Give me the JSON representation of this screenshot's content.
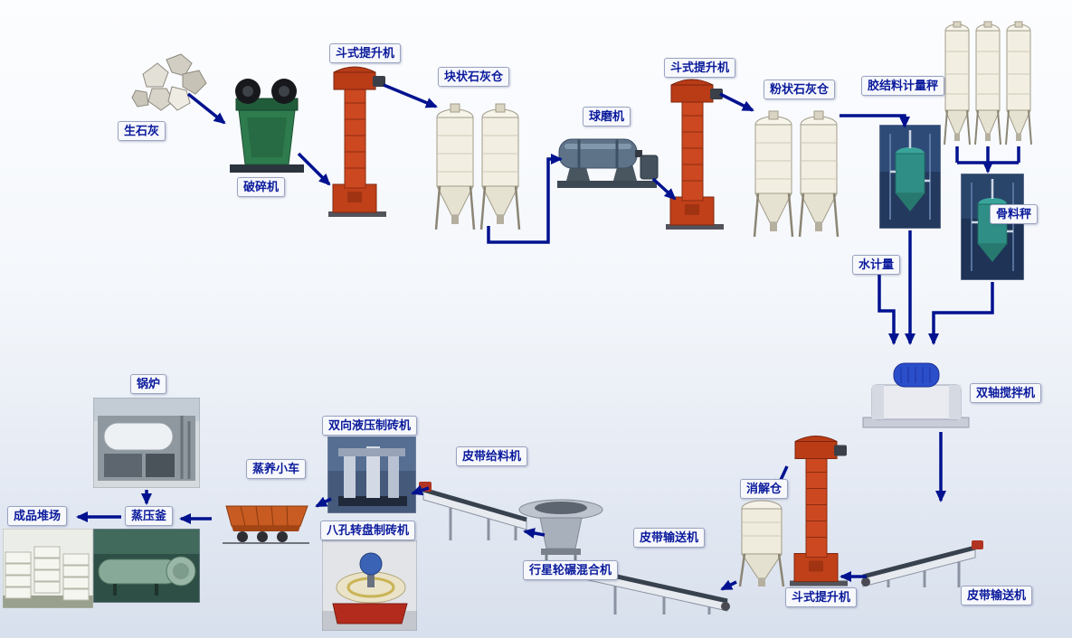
{
  "diagram": {
    "type": "process-flow-diagram",
    "labels": {
      "quicklime": "生石灰",
      "crusher": "破碎机",
      "bucket_elevator_1": "斗式提升机",
      "lump_lime_silo": "块状石灰仓",
      "ball_mill": "球磨机",
      "bucket_elevator_2": "斗式提升机",
      "powder_lime_silo": "粉状石灰仓",
      "binder_metering_scale": "胶结料计量秤",
      "aggregate_scale": "骨料秤",
      "water_metering": "水计量",
      "twin_shaft_mixer": "双轴搅拌机",
      "belt_conveyor_right": "皮带输送机",
      "bucket_elevator_3": "斗式提升机",
      "digestion_silo": "消解仓",
      "belt_conveyor_mid": "皮带输送机",
      "planetary_wheel_mixer": "行星轮碾混合机",
      "belt_feeder": "皮带给料机",
      "hydraulic_brick_machine": "双向液压制砖机",
      "rotary_brick_machine": "八孔转盘制砖机",
      "steam_curing_cart": "蒸养小车",
      "autoclave": "蒸压釜",
      "boiler": "锅炉",
      "product_yard": "成品堆场"
    },
    "colors": {
      "arrow-color": "#00128f",
      "label-text": "#0a1a9c",
      "label-bg": "#f7f8fc",
      "label-border": "#9aa3c0"
    }
  }
}
